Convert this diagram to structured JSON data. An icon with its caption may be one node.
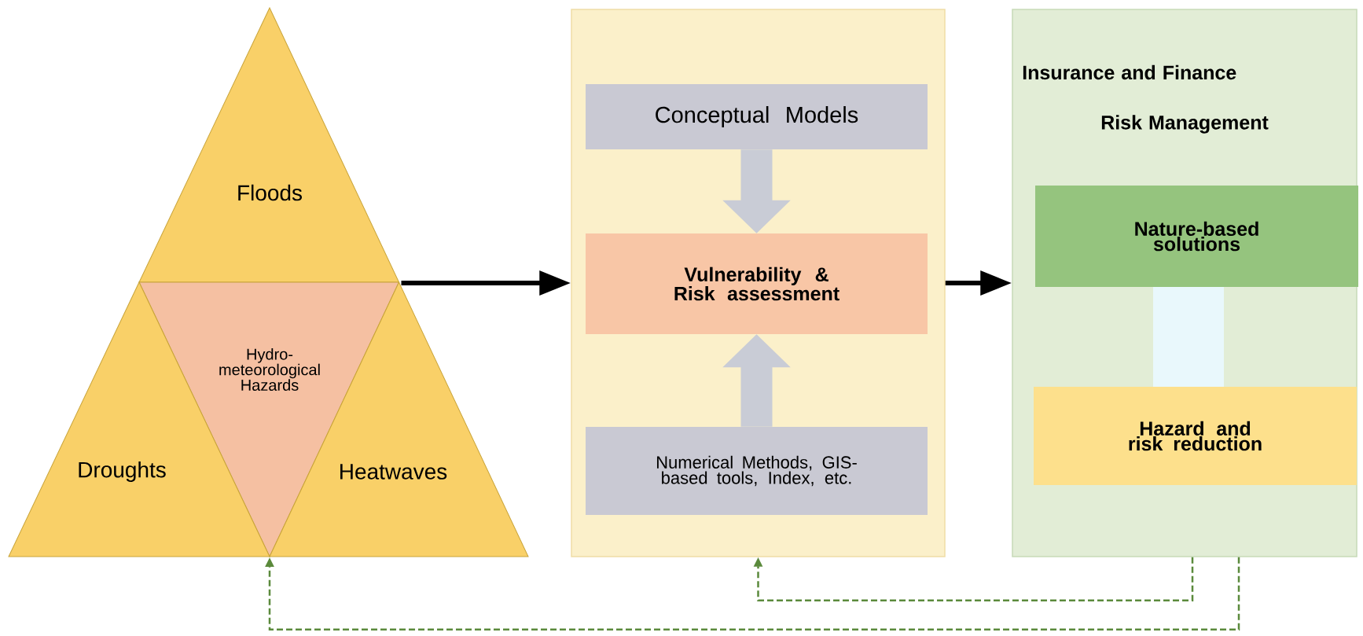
{
  "diagram": {
    "nodes": [
      {
        "text": [
          "Floods"
        ]
      },
      {
        "text": [
          "Hydro- meteorological Hazards"
        ]
      },
      {
        "text": [
          "Droughts"
        ]
      },
      {
        "text": [
          "Heatwaves"
        ]
      },
      {
        "text": [],
        "shape": "box"
      },
      {
        "text": [
          "Conceptual Models"
        ],
        "in": 4
      },
      {
        "text": [
          "Vulnerability & Risk assessment"
        ],
        "in": 4
      },
      {
        "text": [
          "Numerical Methods, GIS- based tools, Index, etc."
        ],
        "in": 4
      },
      {
        "text": [
          "Insurance and Finance",
          "Risk Management"
        ]
      },
      {
        "text": [
          "Nature-based solutions"
        ],
        "in": 8
      },
      {
        "text": [
          "Hazard and risk reduction"
        ],
        "in": 8
      }
    ],
    "edges": [
      {
        "from": 0,
        "to": 4,
        "arrow": "to",
        "color": "#000000"
      },
      {
        "from": 4,
        "to": 8,
        "arrow": "to",
        "color": "#000000"
      },
      {
        "from": 5,
        "to": 6,
        "arrow": "to",
        "style": "thick",
        "color": "#c9ccd6"
      },
      {
        "from": 7,
        "to": 6,
        "arrow": "to",
        "style": "thick",
        "color": "#c9ccd6"
      },
      {
        "from": 8,
        "to": 4,
        "arrow": "to",
        "style": "dashed",
        "color": "#5b8a3c"
      },
      {
        "from": 8,
        "to": 1,
        "arrow": "to",
        "style": "dashed",
        "color": "#5b8a3c"
      }
    ]
  }
}
